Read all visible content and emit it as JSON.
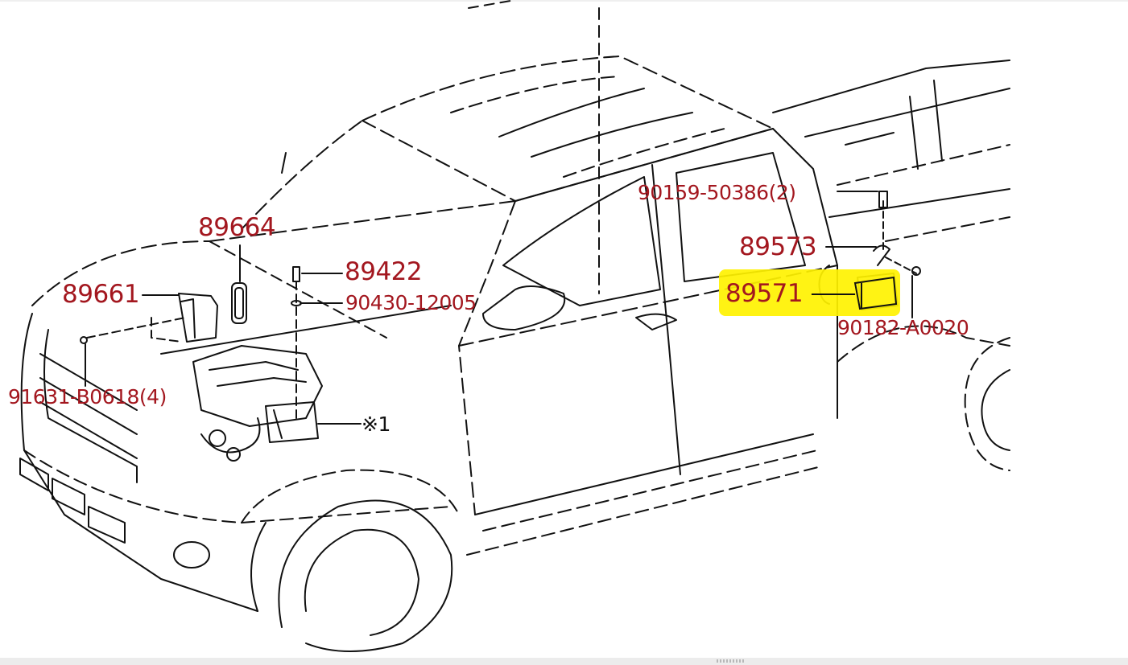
{
  "diagram": {
    "subject": "Pickup truck crew cab — parts location diagram",
    "label_color": "#a3171f",
    "highlight_color": "#fff200",
    "callouts": [
      {
        "id": "c1",
        "text": "90159-50386(2)",
        "part": "bolt"
      },
      {
        "id": "c2",
        "text": "89573",
        "part": "bracket"
      },
      {
        "id": "c3",
        "text": "89571",
        "part": "sensor module",
        "highlighted": true
      },
      {
        "id": "c4",
        "text": "90182-A0020",
        "part": "nut"
      },
      {
        "id": "c5",
        "text": "89664",
        "part": "cover"
      },
      {
        "id": "c6",
        "text": "89422",
        "part": "sensor"
      },
      {
        "id": "c7",
        "text": "90430-12005",
        "part": "gasket"
      },
      {
        "id": "c8",
        "text": "89661",
        "part": "ECU"
      },
      {
        "id": "c9",
        "text": "91631-B0618(4)",
        "part": "screw"
      },
      {
        "id": "c10",
        "text": "※1",
        "part": "engine reference"
      }
    ]
  },
  "viewer": {
    "resize_handle": "drag-grip-icon"
  }
}
